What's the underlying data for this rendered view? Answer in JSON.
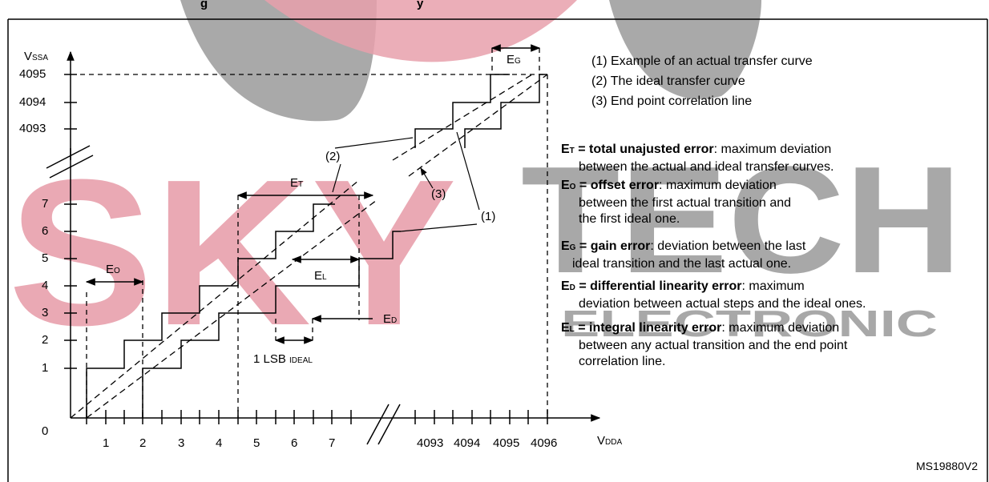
{
  "figure": {
    "header_fragment": "g",
    "header_fragment_2": "y",
    "id_label": "MS19880V2"
  },
  "watermark": {
    "brand": "SKY",
    "brand2": "TECH",
    "subtitle": "ELECTRONIC",
    "color_red": "#e8a0ac",
    "color_gray": "#9a9a9a"
  },
  "axes": {
    "y_label_main": "V",
    "y_label_sub": "SSA",
    "x_label_main": "V",
    "x_label_sub": "DDA",
    "origin": "0",
    "y_ticks_low": [
      "1",
      "2",
      "3",
      "4",
      "5",
      "6",
      "7"
    ],
    "y_ticks_high": [
      "4093",
      "4094",
      "4095"
    ],
    "x_ticks_low": [
      "1",
      "2",
      "3",
      "4",
      "5",
      "6",
      "7"
    ],
    "x_ticks_high": [
      "4093",
      "4094",
      "4095",
      "4096"
    ]
  },
  "annotations": {
    "eg": "E",
    "eg_sub": "G",
    "et": "E",
    "et_sub": "T",
    "eo": "E",
    "eo_sub": "O",
    "el": "E",
    "el_sub": "L",
    "ed": "E",
    "ed_sub": "D",
    "lsb_main": "1 LSB ",
    "lsb_sub": "IDEAL",
    "c1": "(1)",
    "c2": "(2)",
    "c3": "(3)"
  },
  "legend": {
    "item1": "(1) Example of an actual transfer curve",
    "item2": "(2) The ideal transfer curve",
    "item3": "(3) End point correlation line"
  },
  "definitions": [
    {
      "sym": "E",
      "sub": "T",
      "title": " = total unajusted error",
      "desc": ": maximum deviation",
      "line2": "between the actual and ideal transfer curves.",
      "line3": ""
    },
    {
      "sym": "E",
      "sub": "O",
      "title": " = offset error",
      "desc": ": maximum deviation",
      "line2": "between the first actual transition and",
      "line3": "the first ideal one."
    },
    {
      "sym": "E",
      "sub": "G",
      "title": " = gain error",
      "desc": ": deviation between the last",
      "line2": "ideal transition and the last actual one.",
      "line3": ""
    },
    {
      "sym": "E",
      "sub": "D",
      "title": " = differential linearity error",
      "desc": ": maximum",
      "line2": "deviation between actual steps and the ideal ones.",
      "line3": ""
    },
    {
      "sym": "E",
      "sub": "L",
      "title": " = integral linearity error",
      "desc": ": maximum deviation",
      "line2": "between any actual transition and the end point",
      "line3": "correlation line."
    }
  ]
}
